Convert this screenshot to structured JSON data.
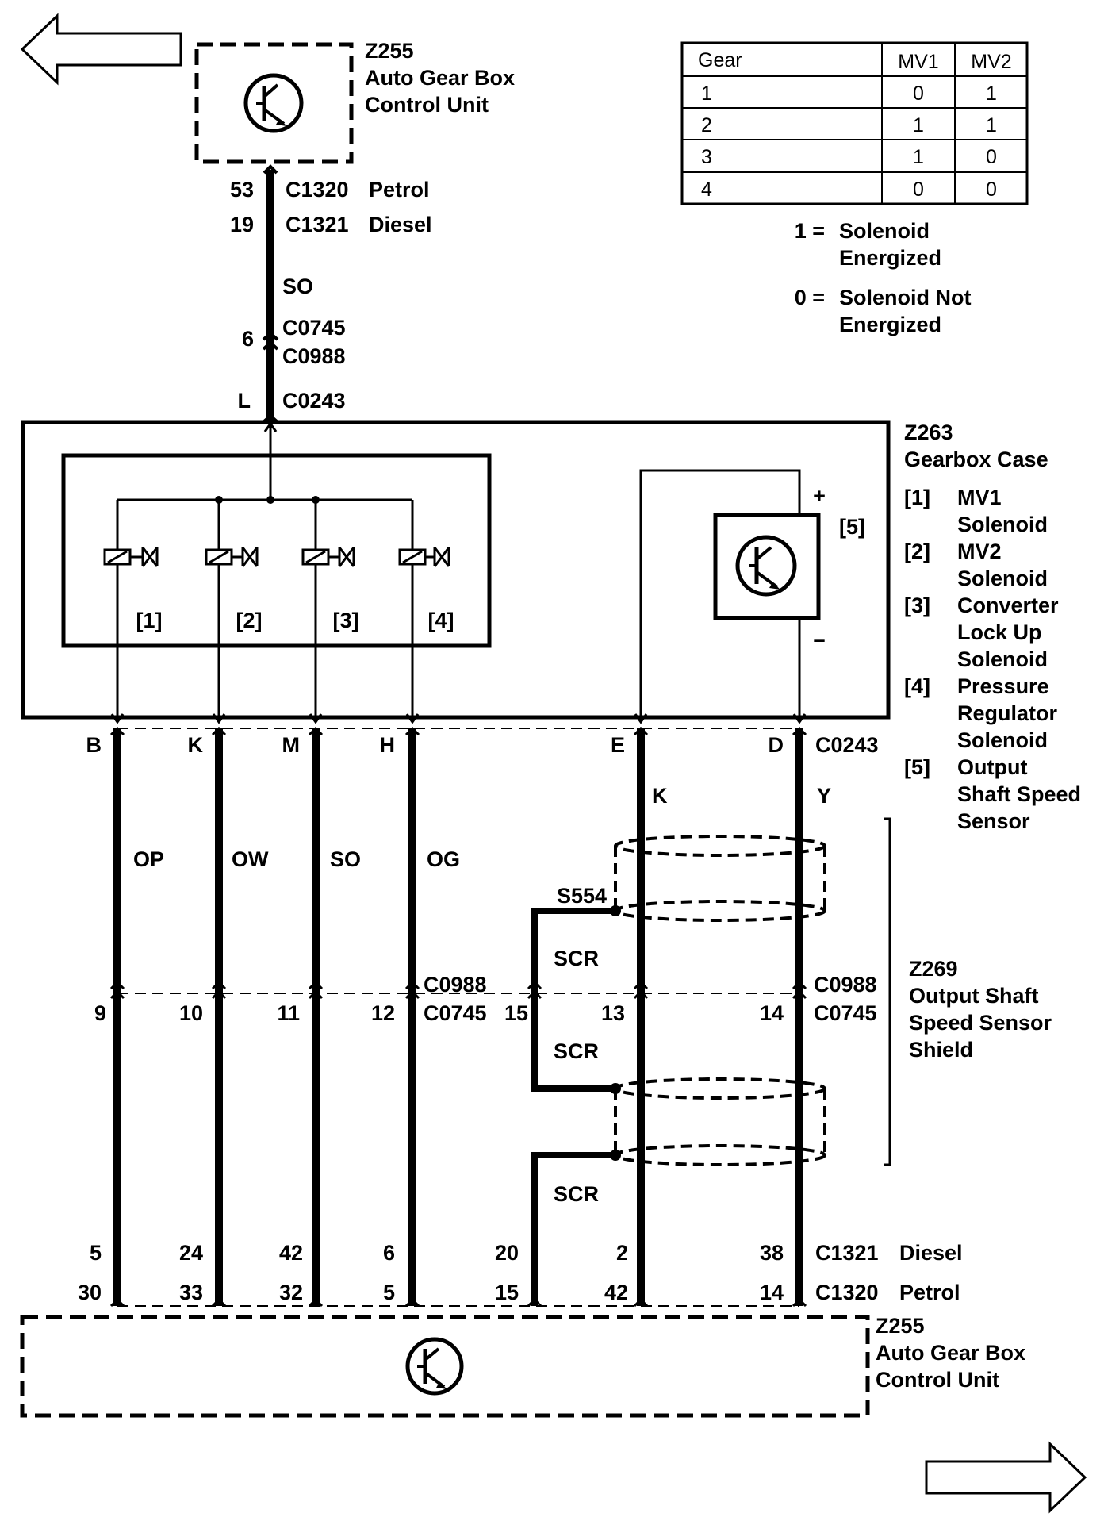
{
  "top_unit": {
    "code": "Z255",
    "line1": "Auto Gear Box",
    "line2": "Control Unit"
  },
  "top_connector": {
    "petrol_pin": "53",
    "petrol_conn": "C1320",
    "petrol_label": "Petrol",
    "diesel_pin": "19",
    "diesel_conn": "C1321",
    "diesel_label": "Diesel",
    "wire_color": "SO",
    "inline_pin": "6",
    "inline_conn_a": "C0745",
    "inline_conn_b": "C0988",
    "case_pin": "L",
    "case_conn": "C0243"
  },
  "gear_table": {
    "headers": [
      "Gear",
      "MV1",
      "MV2"
    ],
    "rows": [
      [
        "1",
        "0",
        "1"
      ],
      [
        "2",
        "1",
        "1"
      ],
      [
        "3",
        "1",
        "0"
      ],
      [
        "4",
        "0",
        "0"
      ]
    ],
    "legend": [
      {
        "key": "1 =",
        "line1": "Solenoid",
        "line2": "Energized"
      },
      {
        "key": "0 =",
        "line1": "Solenoid Not",
        "line2": "Energized"
      }
    ]
  },
  "gearbox_case": {
    "code": "Z263",
    "title": "Gearbox Case"
  },
  "components": [
    {
      "ref": "[1]",
      "lines": [
        "MV1",
        "Solenoid"
      ]
    },
    {
      "ref": "[2]",
      "lines": [
        "MV2",
        "Solenoid"
      ]
    },
    {
      "ref": "[3]",
      "lines": [
        "Converter",
        "Lock Up",
        "Solenoid"
      ]
    },
    {
      "ref": "[4]",
      "lines": [
        "Pressure",
        "Regulator",
        "Solenoid"
      ]
    },
    {
      "ref": "[5]",
      "lines": [
        "Output",
        "Shaft Speed",
        "Sensor"
      ]
    }
  ],
  "sensor": {
    "ref": "[5]",
    "plus": "+",
    "minus": "–"
  },
  "case_connector": "C0243",
  "wires": [
    {
      "case_pin": "B",
      "color": "OP",
      "inline_pin": "9",
      "diesel_pin": "5",
      "petrol_pin": "30"
    },
    {
      "case_pin": "K",
      "color": "OW",
      "inline_pin": "10",
      "diesel_pin": "24",
      "petrol_pin": "33"
    },
    {
      "case_pin": "M",
      "color": "SO",
      "inline_pin": "11",
      "diesel_pin": "42",
      "petrol_pin": "32"
    },
    {
      "case_pin": "H",
      "color": "OG",
      "inline_pin": "12",
      "diesel_pin": "6",
      "petrol_pin": "5"
    },
    {
      "case_pin": "",
      "color": "",
      "inline_pin": "15",
      "diesel_pin": "20",
      "petrol_pin": "15"
    },
    {
      "case_pin": "E",
      "color": "K",
      "inline_pin": "13",
      "diesel_pin": "2",
      "petrol_pin": "42"
    },
    {
      "case_pin": "D",
      "color": "Y",
      "inline_pin": "14",
      "diesel_pin": "38",
      "petrol_pin": "14"
    }
  ],
  "inline_connector": {
    "a": "C0988",
    "b": "C0745"
  },
  "splice": "S554",
  "screen_label": "SCR",
  "shield": {
    "code": "Z269",
    "line1": "Output Shaft",
    "line2": "Speed Sensor",
    "line3": "Shield"
  },
  "bottom_connectors": {
    "diesel_conn": "C1321",
    "diesel_label": "Diesel",
    "petrol_conn": "C1320",
    "petrol_label": "Petrol"
  },
  "bottom_unit": {
    "code": "Z255",
    "line1": "Auto Gear Box",
    "line2": "Control Unit"
  },
  "colors": {
    "ink": "#000000",
    "background": "#ffffff"
  }
}
